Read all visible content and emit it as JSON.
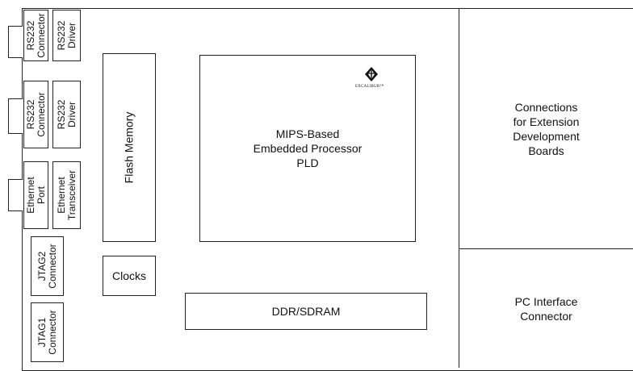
{
  "blocks": {
    "rs232_connector_1": "RS232\nConnector",
    "rs232_driver_1": "RS232\nDriver",
    "rs232_connector_2": "RS232\nConnector",
    "rs232_driver_2": "RS232\nDriver",
    "ethernet_port": "Ethernet\nPort",
    "ethernet_transceiver": "Ethernet\nTransceiver",
    "jtag2_connector": "JTAG2\nConnector",
    "jtag1_connector": "JTAG1\nConnector",
    "flash_memory": "Flash Memory",
    "clocks": "Clocks",
    "processor": "MIPS-Based\nEmbedded Processor\nPLD",
    "ddr_sdram": "DDR/SDRAM",
    "extension_connections": "Connections\nfor Extension\nDevelopment\nBoards",
    "pc_interface": "PC Interface\nConnector"
  },
  "logo": {
    "text": "EXCALIBUR™",
    "icon": "excalibur-logo-icon"
  }
}
